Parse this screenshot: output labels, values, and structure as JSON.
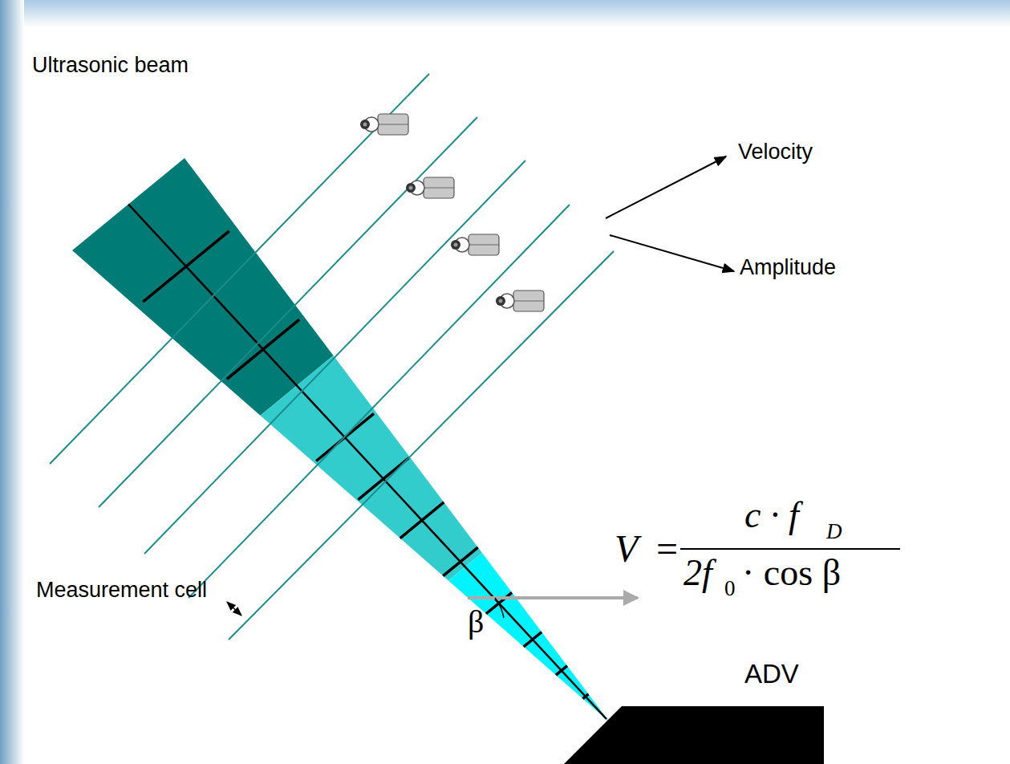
{
  "diagram": {
    "labels": [
      "Ultrasonic beam",
      "Velocity",
      "Amplitude",
      "Measurement cell",
      "β",
      "ADV",
      "V",
      "=",
      "c · f",
      "D",
      "2f",
      "0",
      "· cos β"
    ]
  }
}
